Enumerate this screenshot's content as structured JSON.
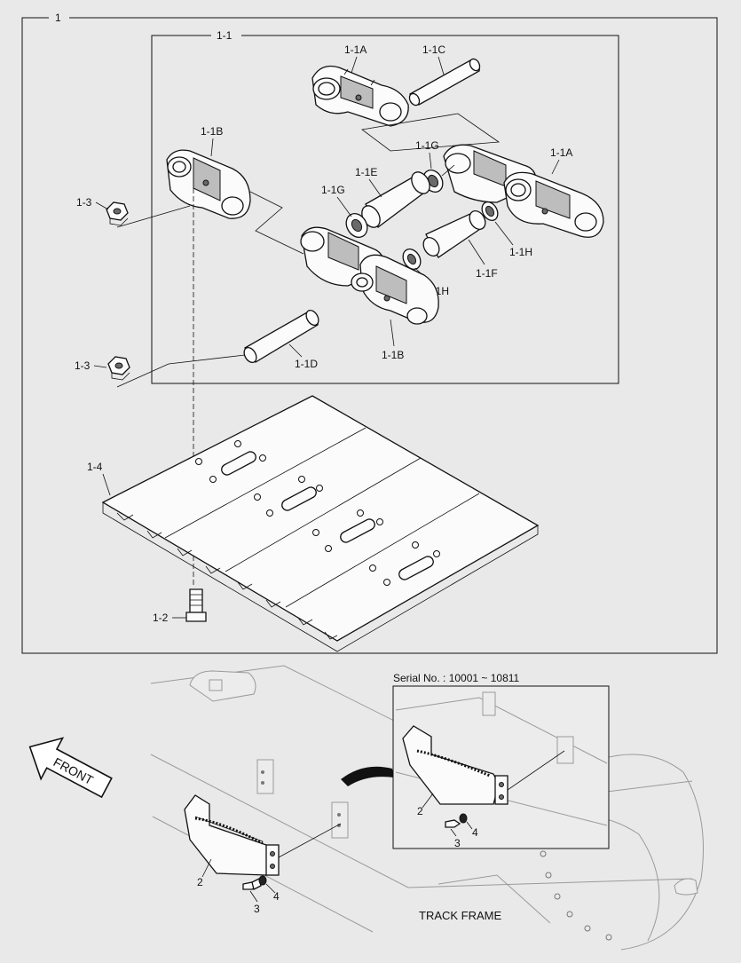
{
  "labels": {
    "assembly": "1",
    "sub_assembly": "1-1",
    "link_a_top": "1-1A",
    "pin_c": "1-1C",
    "link_b_top": "1-1B",
    "seal_g_top": "1-1G",
    "link_a_right": "1-1A",
    "bushing_e": "1-1E",
    "seal_g_left": "1-1G",
    "nut_upper": "1-3",
    "seal_h_right": "1-1H",
    "bushing_f": "1-1F",
    "seal_h_mid": "1-1H",
    "pin_d": "1-1D",
    "link_b_bottom": "1-1B",
    "nut_lower": "1-3",
    "shoe": "1-4",
    "bolt": "1-2",
    "step_main": "2",
    "bolt_main": "3",
    "washer_main": "4",
    "step_inset": "2",
    "bolt_inset": "3",
    "washer_inset": "4"
  },
  "inset": {
    "title": "Serial No. : 10001 ~ 10811"
  },
  "front_arrow": {
    "text": "FRONT",
    "icon": "arrow-left-icon"
  },
  "track_frame": {
    "caption": "TRACK FRAME"
  }
}
